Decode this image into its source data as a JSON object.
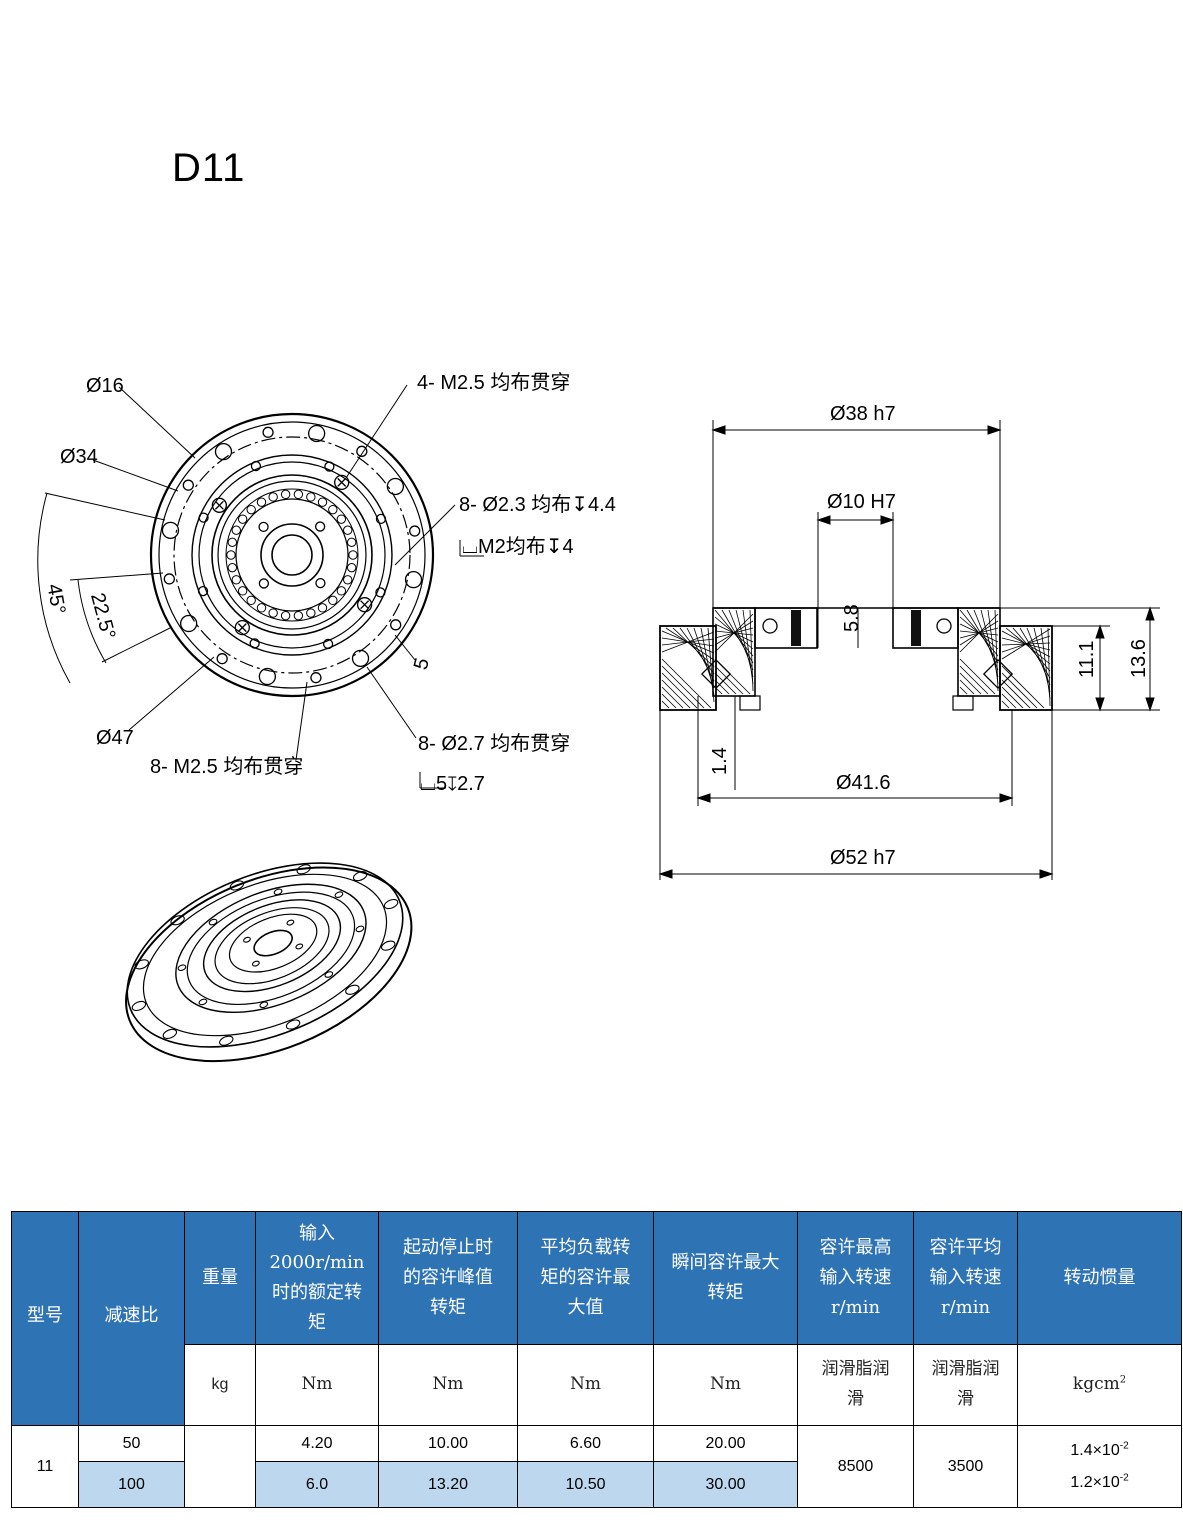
{
  "title": "D11",
  "front_view": {
    "callouts": {
      "d16": "Ø16",
      "d34": "Ø34",
      "ang45": "45°",
      "ang22": "22.5°",
      "d47": "Ø47",
      "m25_top": "4- M2.5 均布贯穿",
      "hole23": "8- Ø2.3 均布↧4.4",
      "m2": "⌴M2均布↧4",
      "dim5": "5",
      "hole27": "8- Ø2.7 均布贯穿",
      "cb5": "⌴5↧2.7",
      "m25_bottom": "8- M2.5 均布贯穿"
    }
  },
  "section_view": {
    "dims": {
      "d38": "Ø38 h7",
      "d10": "Ø10 H7",
      "h58": "5.8",
      "h111": "11.1",
      "h136": "13.6",
      "h14": "1.4",
      "d416": "Ø41.6",
      "d52": "Ø52 h7"
    }
  },
  "table": {
    "headers": {
      "model": "型号",
      "ratio": "减速比",
      "weight": "重量",
      "rated_torque": [
        "输入",
        "2000r/min",
        "时的额定转",
        "矩"
      ],
      "peak_torque": [
        "起动停止时",
        "的容许峰值",
        "转矩"
      ],
      "avg_torque": [
        "平均负载转",
        "矩的容许最",
        "大值"
      ],
      "instant_torque": [
        "瞬间容许最大",
        "转矩"
      ],
      "max_speed": [
        "容许最高",
        "输入转速",
        "r/min"
      ],
      "avg_speed": [
        "容许平均",
        "输入转速",
        "r/min"
      ],
      "inertia": "转动惯量"
    },
    "units": {
      "weight": "kg",
      "rated_torque": "Nm",
      "peak_torque": "Nm",
      "avg_torque": "Nm",
      "instant_torque": "Nm",
      "max_speed": [
        "润滑脂润",
        "滑"
      ],
      "avg_speed": [
        "润滑脂润",
        "滑"
      ],
      "inertia": "kgcm",
      "inertia_sup": "2"
    },
    "model": "11",
    "rows": [
      {
        "ratio": "50",
        "rated_torque": "4.20",
        "peak_torque": "10.00",
        "avg_torque": "6.60",
        "instant_torque": "20.00",
        "inertia_base": "1.4×10",
        "inertia_exp": "-2"
      },
      {
        "ratio": "100",
        "rated_torque": "6.0",
        "peak_torque": "13.20",
        "avg_torque": "10.50",
        "instant_torque": "30.00",
        "inertia_base": "1.2×10",
        "inertia_exp": "-2"
      }
    ],
    "max_speed": "8500",
    "avg_speed": "3500"
  },
  "colors": {
    "header_bg": "#2e74b5",
    "alt_row_bg": "#bdd7ee"
  }
}
